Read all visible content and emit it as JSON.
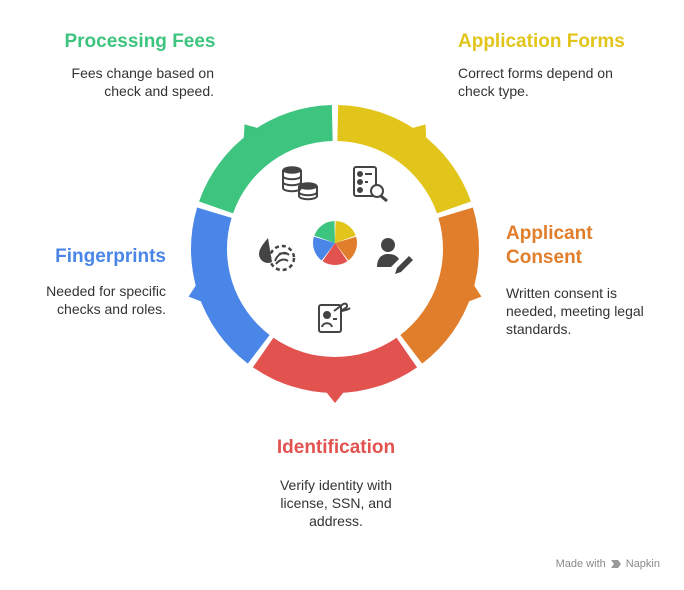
{
  "segments": [
    {
      "key": "forms",
      "title": "Application Forms",
      "description": "Correct forms depend on check type.",
      "color": "#E2C51B",
      "icon": "document-search-icon"
    },
    {
      "key": "consent",
      "title": "Applicant Consent",
      "description": "Written consent is needed, meeting legal standards.",
      "color": "#E07E2B",
      "icon": "person-pen-icon"
    },
    {
      "key": "identification",
      "title": "Identification",
      "description": "Verify identity with license, SSN, and address.",
      "color": "#E2524F",
      "icon": "id-card-signature-icon"
    },
    {
      "key": "fingerprints",
      "title": "Fingerprints",
      "description": "Needed for specific checks and roles.",
      "color": "#4A86E8",
      "icon": "fingerprint-icon"
    },
    {
      "key": "fees",
      "title": "Processing Fees",
      "description": "Fees change based on check and speed.",
      "color": "#3DC47E",
      "icon": "coins-icon"
    }
  ],
  "footer": {
    "prefix": "Made with",
    "brand": "Napkin"
  }
}
